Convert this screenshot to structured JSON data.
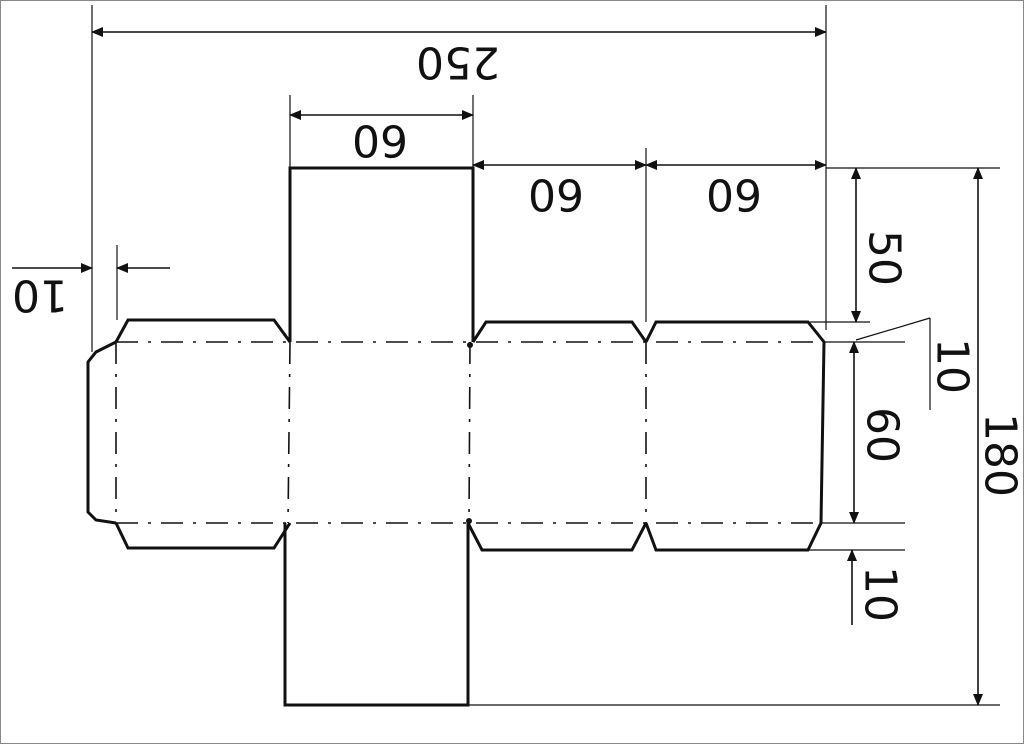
{
  "dimensions": {
    "total_width": "250",
    "top_face_width": "60",
    "face_width_1": "60",
    "face_width_2": "60",
    "tab_width": "10",
    "top_height": "50",
    "flap_height": "10",
    "face_height": "60",
    "bottom_flap_height": "10",
    "total_height": "180"
  }
}
